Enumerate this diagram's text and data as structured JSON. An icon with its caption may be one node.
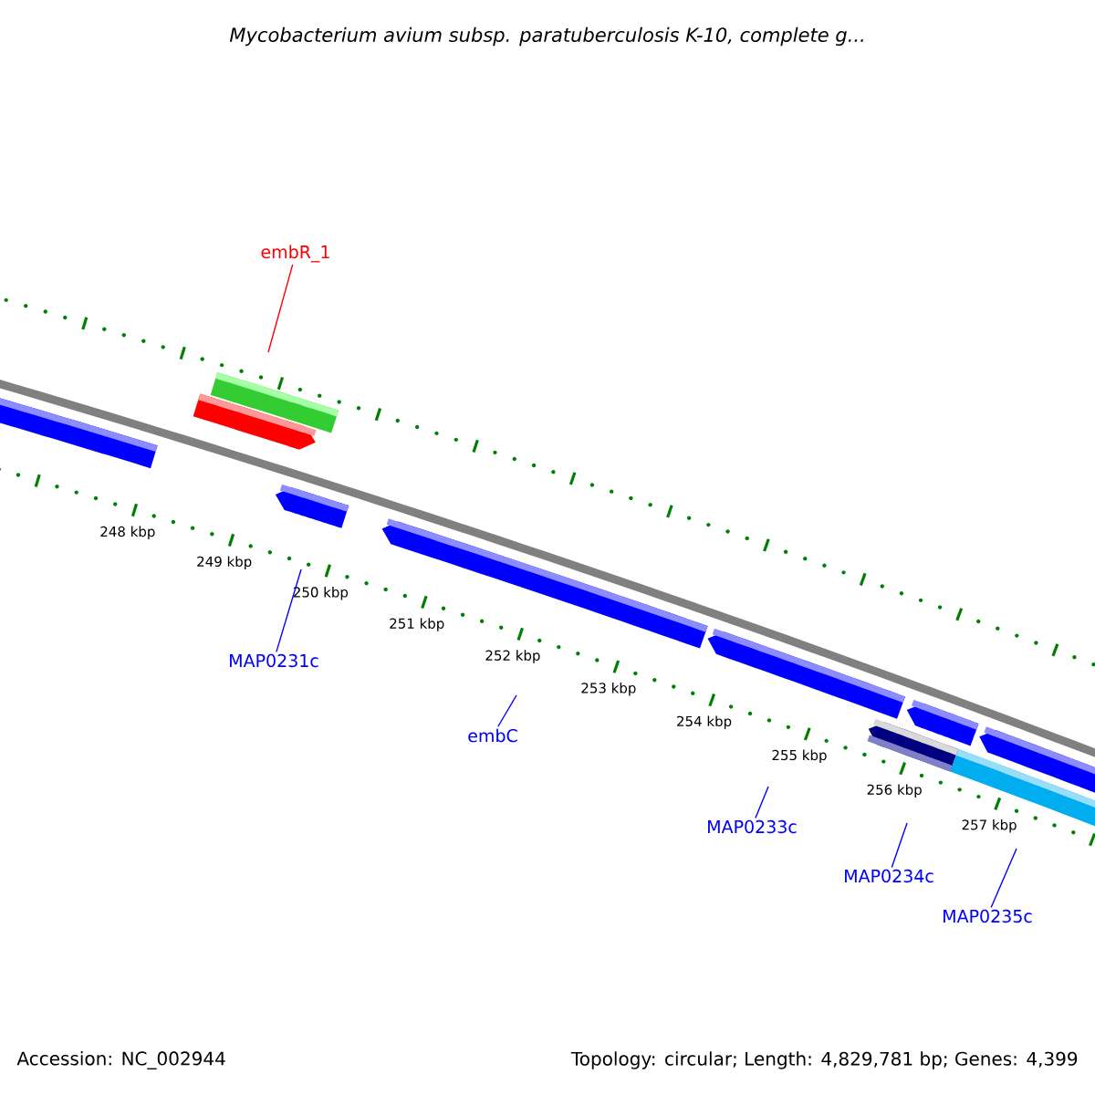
{
  "diagram": {
    "title": "Mycobacterium avium subsp. paratuberculosis K-10, complete g...",
    "nodes": [
      {
        "text": [
          "embR_1"
        ]
      },
      {
        "text": [
          "MAP0231c"
        ]
      },
      {
        "text": [
          "embC"
        ]
      },
      {
        "text": [
          "MAP0233c"
        ]
      },
      {
        "text": [
          "MAP0234c"
        ]
      },
      {
        "text": [
          "MAP0235c"
        ]
      }
    ],
    "edges": [
      {
        "from": 0,
        "to": null,
        "arrow": "none",
        "color": "#ff0000"
      },
      {
        "from": 1,
        "to": null,
        "arrow": "none"
      },
      {
        "from": 2,
        "to": null,
        "arrow": "none"
      },
      {
        "from": 3,
        "to": null,
        "arrow": "none"
      },
      {
        "from": 4,
        "to": null,
        "arrow": "none"
      },
      {
        "from": 5,
        "to": null,
        "arrow": "none"
      }
    ],
    "labels": [
      "248 kbp",
      "249 kbp",
      "250 kbp",
      "251 kbp",
      "252 kbp",
      "253 kbp",
      "254 kbp",
      "255 kbp",
      "256 kbp",
      "257 kbp",
      "Accession: NC_002944",
      "Topology: circular; Length: 4,829,781 bp; Genes: 4,399"
    ]
  }
}
